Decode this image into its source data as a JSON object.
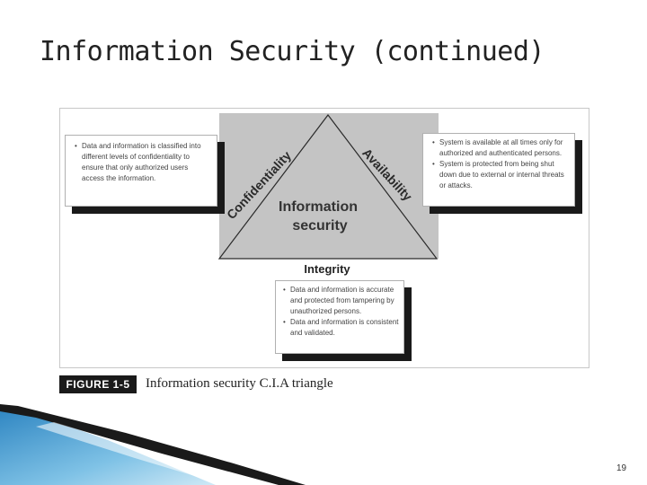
{
  "slide": {
    "title": "Information Security (continued)",
    "page_number": "19"
  },
  "figure": {
    "center_label_line1": "Information",
    "center_label_line2": "security",
    "side_left": "Confidentiality",
    "side_right": "Availability",
    "bottom_label": "Integrity",
    "caption_badge": "FIGURE 1-5",
    "caption_text": "Information security C.I.A triangle"
  },
  "boxes": {
    "confidentiality": [
      "Data and information is classified into different levels of confidentiality to ensure that only authorized users access the information."
    ],
    "availability": [
      "System is available at all times only for authorized and authenticated persons.",
      "System is protected from being shut down due to external or internal threats or attacks."
    ],
    "integrity": [
      "Data and information is accurate and protected from tampering by unauthorized persons.",
      "Data and information is consistent and validated."
    ]
  },
  "colors": {
    "accent_blue": "#3a8fc8",
    "light_blue": "#9fd0ea",
    "gray_fill": "#c4c4c4"
  }
}
